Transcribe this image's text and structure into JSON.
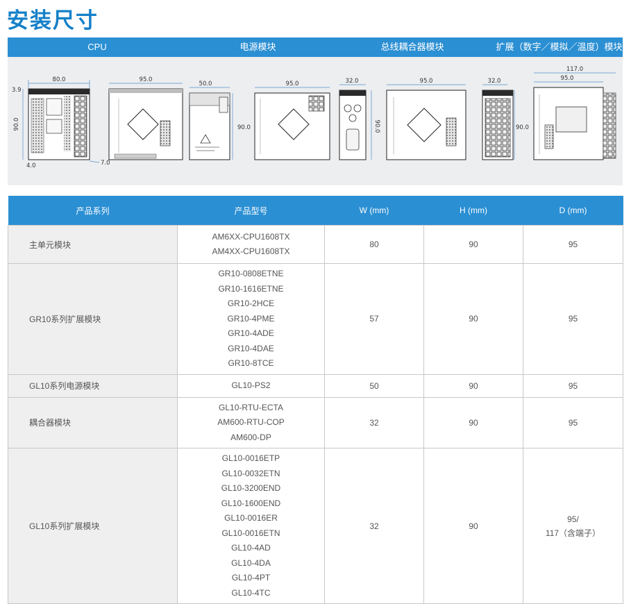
{
  "page": {
    "title": "安装尺寸"
  },
  "dimension_panel": {
    "categories": [
      "CPU",
      "电源模块",
      "总线耦合器模块",
      "扩展（数字／模拟／温度）模块"
    ],
    "labels": {
      "cpu_width": "80.0",
      "cpu_top": "3.9",
      "cpu_height": "90.0",
      "cpu_bottom": "4.0",
      "cpu_side": "7.0",
      "cpu_depth": "95.0",
      "psu_width": "50.0",
      "psu_height": "90.0",
      "psu_depth": "95.0",
      "coupler_width": "32.0",
      "coupler_height": "90.0",
      "coupler_depth": "95.0",
      "exp_width": "32.0",
      "exp_height": "90.0",
      "exp_depth_total": "117.0",
      "exp_depth": "95.0"
    }
  },
  "table": {
    "headers": [
      "产品系列",
      "产品型号",
      "W (mm)",
      "H (mm)",
      "D (mm)"
    ],
    "rows": [
      {
        "series": "主单元模块",
        "models": [
          "AM6XX-CPU1608TX",
          "AM4XX-CPU1608TX"
        ],
        "w": "80",
        "h": "90",
        "d": "95"
      },
      {
        "series": "GR10系列扩展模块",
        "models": [
          "GR10-0808ETNE",
          "GR10-1616ETNE",
          "GR10-2HCE",
          "GR10-4PME",
          "GR10-4ADE",
          "GR10-4DAE",
          "GR10-8TCE"
        ],
        "w": "57",
        "h": "90",
        "d": "95"
      },
      {
        "series": "GL10系列电源模块",
        "models": [
          "GL10-PS2"
        ],
        "w": "50",
        "h": "90",
        "d": "95"
      },
      {
        "series": "耦合器模块",
        "models": [
          "GL10-RTU-ECTA",
          "AM600-RTU-COP",
          "AM600-DP"
        ],
        "w": "32",
        "h": "90",
        "d": "95"
      },
      {
        "series": "GL10系列扩展模块",
        "models": [
          "GL10-0016ETP",
          "GL10-0032ETN",
          "GL10-3200END",
          "GL10-1600END",
          "GL10-0016ER",
          "GL10-0016ETN",
          "GL10-4AD",
          "GL10-4DA",
          "GL10-4PT",
          "GL10-4TC"
        ],
        "w": "32",
        "h": "90",
        "d": "95/",
        "d_note": "117（含端子）"
      }
    ]
  }
}
